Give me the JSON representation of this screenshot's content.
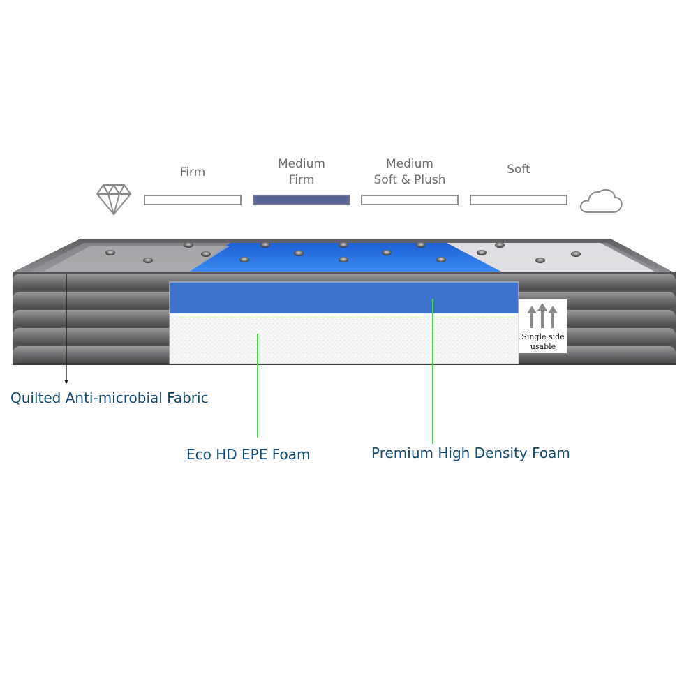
{
  "firmness_scale": {
    "levels": [
      {
        "line1": "",
        "line2": "Firm",
        "selected": false
      },
      {
        "line1": "Medium",
        "line2": "Firm",
        "selected": true
      },
      {
        "line1": "Medium",
        "line2": "Soft & Plush",
        "selected": false
      },
      {
        "line1": "",
        "line2": "Soft",
        "selected": false
      }
    ],
    "left_icon": "diamond-icon",
    "right_icon": "cloud-icon",
    "selected_color": "#5a6496"
  },
  "badge": {
    "line1": "Single side",
    "line2": "usable",
    "icon": "up-arrows-icon"
  },
  "callouts": {
    "fabric": "Quilted Anti-microbial Fabric",
    "epe": "Eco HD EPE Foam",
    "hd_foam": "Premium High Density Foam"
  },
  "colors": {
    "callout_text": "#0e4a72",
    "leader_line": "#3fdc3f",
    "foam_blue": "#3d73cc",
    "fabric_gray": "#6e6e6e"
  }
}
